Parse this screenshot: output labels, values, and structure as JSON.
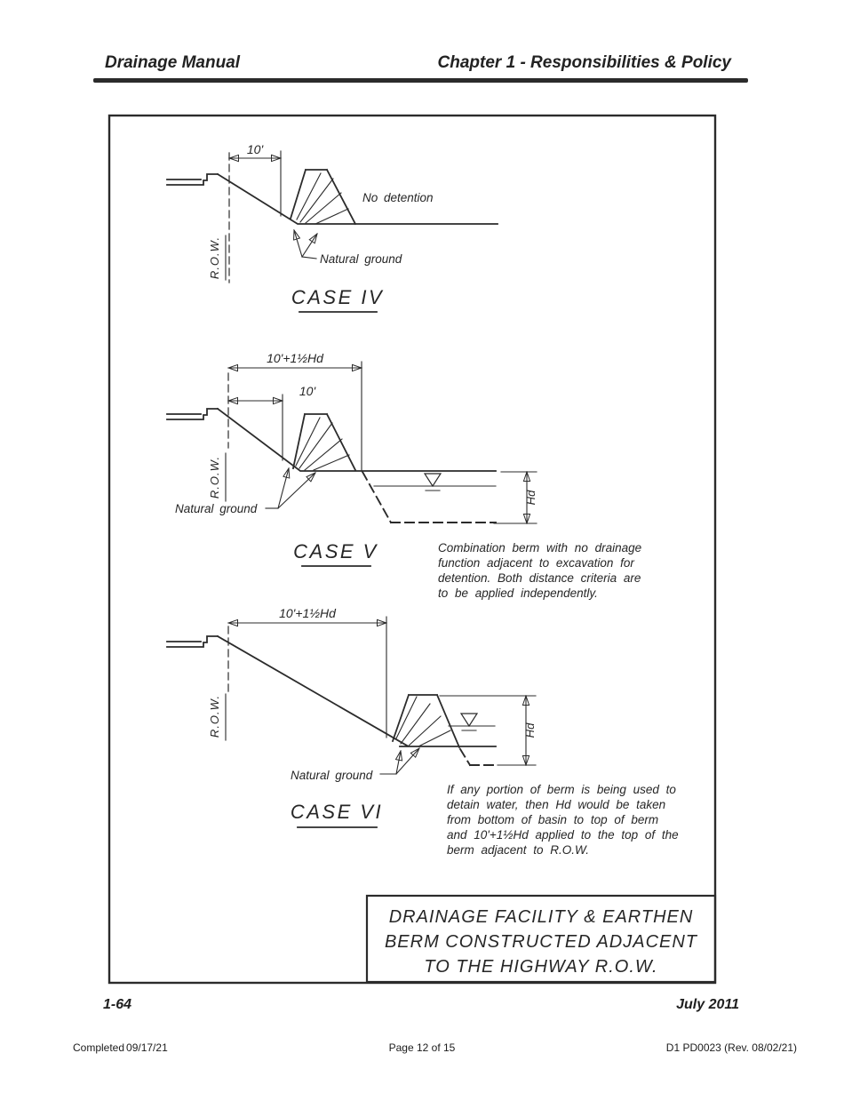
{
  "colors": {
    "ink": "#2b2b2b",
    "paper": "#ffffff"
  },
  "header": {
    "left": "Drainage Manual",
    "right": "Chapter 1 - Responsibilities & Policy"
  },
  "figure": {
    "case4": {
      "dim_10": "10'",
      "row_label": "R.O.W.",
      "no_detention": "No detention",
      "natural_ground": "Natural ground",
      "title": "CASE IV"
    },
    "case5": {
      "dim_total": "10'+1½Hd",
      "dim_10": "10'",
      "row_label": "R.O.W.",
      "natural_ground": "Natural ground",
      "hd_label": "Hd",
      "title": "CASE V",
      "note_lines": [
        "Combination berm with no drainage",
        "function adjacent to excavation for",
        "detention.  Both distance criteria are",
        "to be applied independently."
      ]
    },
    "case6": {
      "dim_total": "10'+1½Hd",
      "row_label": "R.O.W.",
      "natural_ground": "Natural ground",
      "hd_label": "Hd",
      "title": "CASE VI",
      "note_lines": [
        "If any portion of berm is being used to",
        "detain water, then Hd would be taken",
        "from bottom of basin to top of berm",
        "and 10'+1½Hd applied to the top of the",
        "berm adjacent to R.O.W."
      ]
    },
    "title_box_lines": [
      "DRAINAGE FACILITY & EARTHEN",
      "BERM CONSTRUCTED ADJACENT",
      "TO THE HIGHWAY R.O.W."
    ]
  },
  "page_footer": {
    "page_number": "1-64",
    "date": "July 2011"
  },
  "status_bar": {
    "completed_label": "Completed",
    "completed_date": "09/17/21",
    "page_indicator": "Page 12 of 15",
    "doc_ref": "D1 PD0023 (Rev. 08/02/21)"
  }
}
